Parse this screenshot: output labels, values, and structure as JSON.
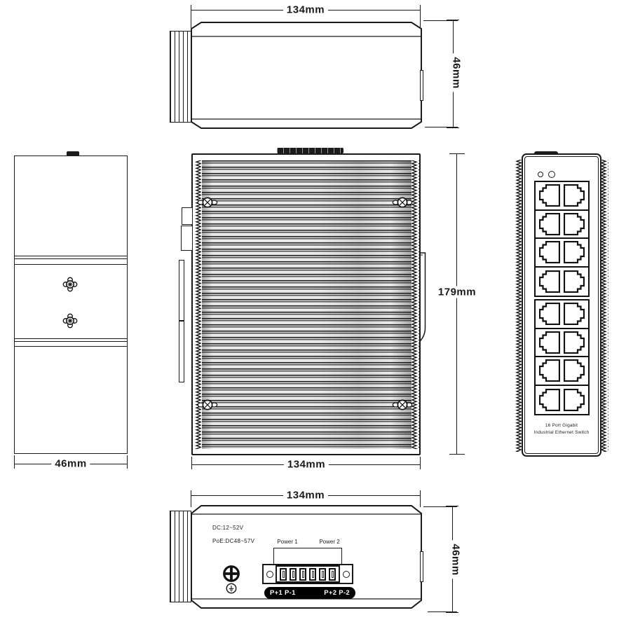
{
  "dimensions": {
    "top_view": {
      "width": "134mm",
      "depth": "46mm"
    },
    "left_view": {
      "width": "46mm"
    },
    "front_view": {
      "width": "134mm",
      "height": "179mm"
    },
    "bottom_view": {
      "width": "134mm",
      "depth": "46mm"
    }
  },
  "front_panel": {
    "label_line1": "16 Port Gigabit",
    "label_line2": "Industrial Ethernet Switch",
    "led_count": 2,
    "port_rows": 8,
    "ports_per_row": 2
  },
  "bottom_panel": {
    "dc_rating": "DC:12~52V",
    "poe_rating": "PoE:DC48~57V",
    "power1": "Power 1",
    "power2": "Power 2",
    "terminal_left": "P+1 P-1",
    "terminal_right": "P+2 P-2",
    "terminal_slots": 6
  },
  "colors": {
    "line": "#1a1a1a",
    "background": "#ffffff",
    "label_bg": "#000000",
    "label_fg": "#ffffff"
  }
}
